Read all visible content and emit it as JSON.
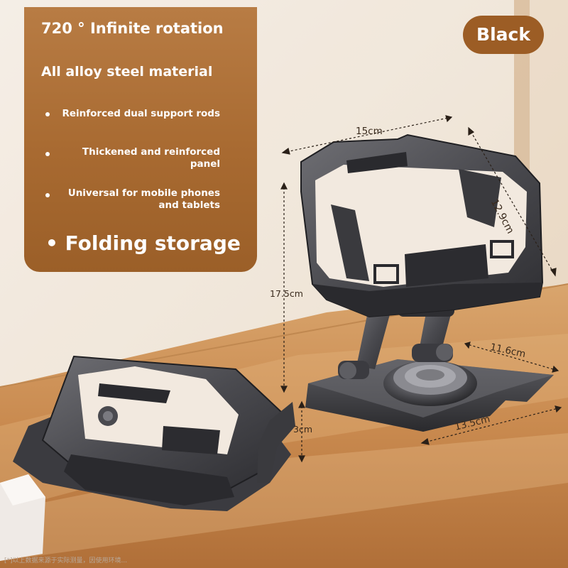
{
  "panel": {
    "title": "720 ° Infinite rotation",
    "material": "All alloy steel material",
    "features": [
      "Reinforced dual support rods",
      "Thickened and reinforced panel",
      "Universal for mobile phones and tablets"
    ],
    "folding": "• Folding storage"
  },
  "badge": {
    "label": "Black",
    "color": "#9c5d25"
  },
  "dimensions": {
    "width_top": "15cm",
    "depth_side": "12.9cm",
    "height": "17.5cm",
    "base_depth": "11.6cm",
    "folded_height": "3cm",
    "base_width": "13.5cm"
  },
  "disclaimer": "[*]以上数据来源于实际测量，因使用环境..."
}
